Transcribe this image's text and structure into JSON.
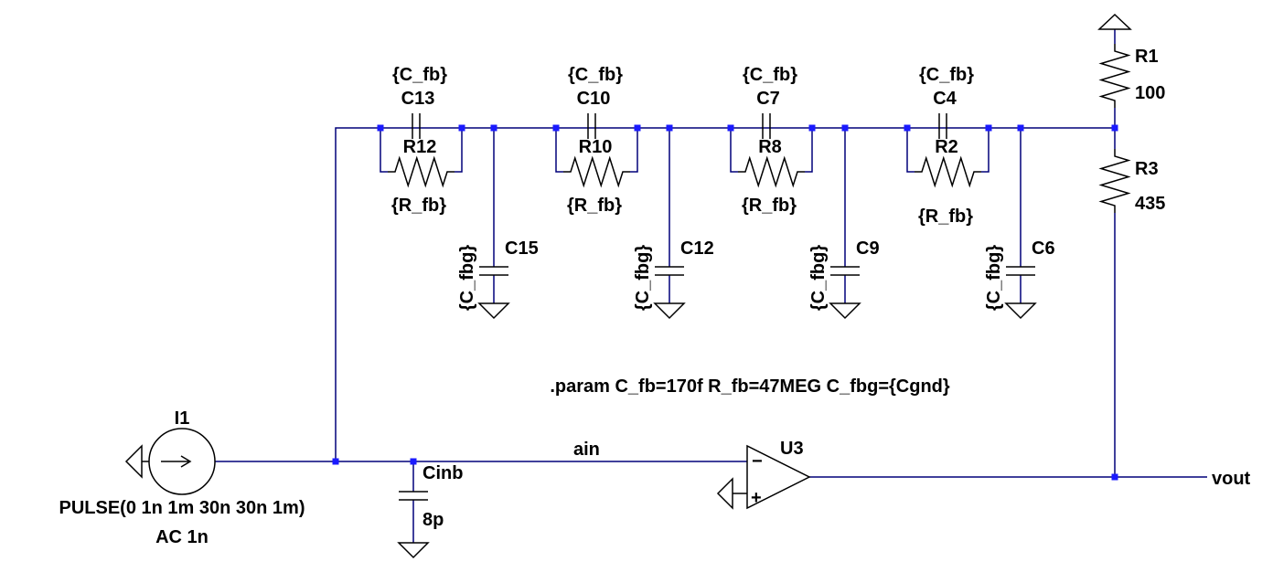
{
  "schematic": {
    "feedback_stages": [
      {
        "cap_name": "C13",
        "cap_value": "{C_fb}",
        "res_name": "R12",
        "res_value": "{R_fb}",
        "gcap_name": "C15",
        "gcap_value": "{C_fbg}"
      },
      {
        "cap_name": "C10",
        "cap_value": "{C_fb}",
        "res_name": "R10",
        "res_value": "{R_fb}",
        "gcap_name": "C12",
        "gcap_value": "{C_fbg}"
      },
      {
        "cap_name": "C7",
        "cap_value": "{C_fb}",
        "res_name": "R8",
        "res_value": "{R_fb}",
        "gcap_name": "C9",
        "gcap_value": "{C_fbg}"
      },
      {
        "cap_name": "C4",
        "cap_value": "{C_fb}",
        "res_name": "R2",
        "res_value": "{R_fb}",
        "gcap_name": "C6",
        "gcap_value": "{C_fbg}"
      }
    ],
    "divider": {
      "r_top_name": "R1",
      "r_top_value": "100",
      "r_bottom_name": "R3",
      "r_bottom_value": "435"
    },
    "source": {
      "name": "I1",
      "value_line1": "PULSE(0 1n 1m 30n 30n 1m)",
      "value_line2": "AC 1n"
    },
    "input_cap": {
      "name": "Cinb",
      "value": "8p"
    },
    "opamp": {
      "name": "U3",
      "minus_sign": "−",
      "plus_sign": "+"
    },
    "net_labels": {
      "ain": "ain",
      "vout": "vout"
    },
    "directive": ".param C_fb=170f R_fb=47MEG C_fbg={Cgnd}"
  },
  "colors": {
    "wire": "#00007a",
    "junction": "#1a1aff",
    "component": "#000000",
    "background": "#ffffff"
  }
}
